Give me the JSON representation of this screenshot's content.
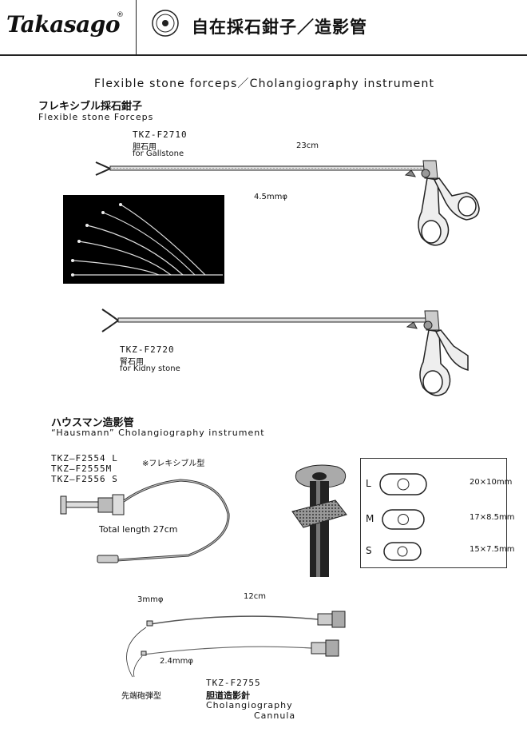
{
  "header": {
    "logo_text": "Takasago",
    "logo_reg": "®",
    "seal_icon": "takasago-seal-icon",
    "title": "自在採石鉗子／造影管"
  },
  "page_title": "Flexible stone forceps／Cholangiography instrument",
  "section1": {
    "title_jp": "フレキシブル採石鉗子",
    "title_en": "Flexible stone Forceps",
    "product1": {
      "code": "TKZ-F2710",
      "use_jp": "胆石用",
      "use_en": "for Gallstone"
    },
    "length_label": "23cm",
    "diameter_label": "4.5mmφ",
    "product2": {
      "code": "TKZ-F2720",
      "use_jp": "腎石用",
      "use_en": "for Kidny stone"
    }
  },
  "section2": {
    "title_jp": "ハウスマン造影管",
    "title_en": "“Hausmann” Cholangiography instrument",
    "codes": [
      "TKZ―F2554 L",
      "TKZ―F2555M",
      "TKZ―F2556 S"
    ],
    "note": "※フレキシブル型",
    "total_length": "Total length 27cm",
    "sizes": [
      {
        "letter": "L",
        "dim": "20×10mm"
      },
      {
        "letter": "M",
        "dim": "17×8.5mm"
      },
      {
        "letter": "S",
        "dim": "15×7.5mm"
      }
    ]
  },
  "section3": {
    "diam_top": "3mmφ",
    "length": "12cm",
    "diam_bottom": "2.4mmφ",
    "tip_label": "先端砲弾型",
    "code": "TKZ-F2755",
    "name_jp": "胆道造影針",
    "name_en_1": "Cholangiography",
    "name_en_2": "Cannula"
  }
}
